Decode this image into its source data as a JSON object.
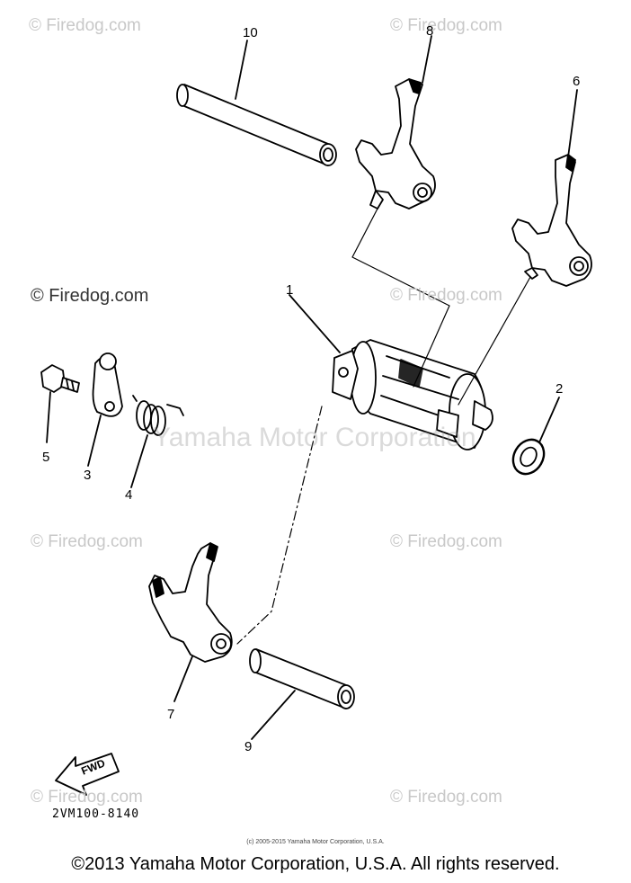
{
  "watermarks": {
    "firedog": "© Firedog.com",
    "center": "Yamaha Motor Corporation"
  },
  "callouts": [
    "1",
    "2",
    "3",
    "4",
    "5",
    "6",
    "7",
    "8",
    "9",
    "10"
  ],
  "fwd_label": "FWD",
  "diagram_ref": "2VM100-8140",
  "small_copyright": "(c) 2005-2015 Yamaha Motor Corporation, U.S.A.",
  "footer_copyright": "©2013 Yamaha Motor Corporation, U.S.A. All rights reserved."
}
